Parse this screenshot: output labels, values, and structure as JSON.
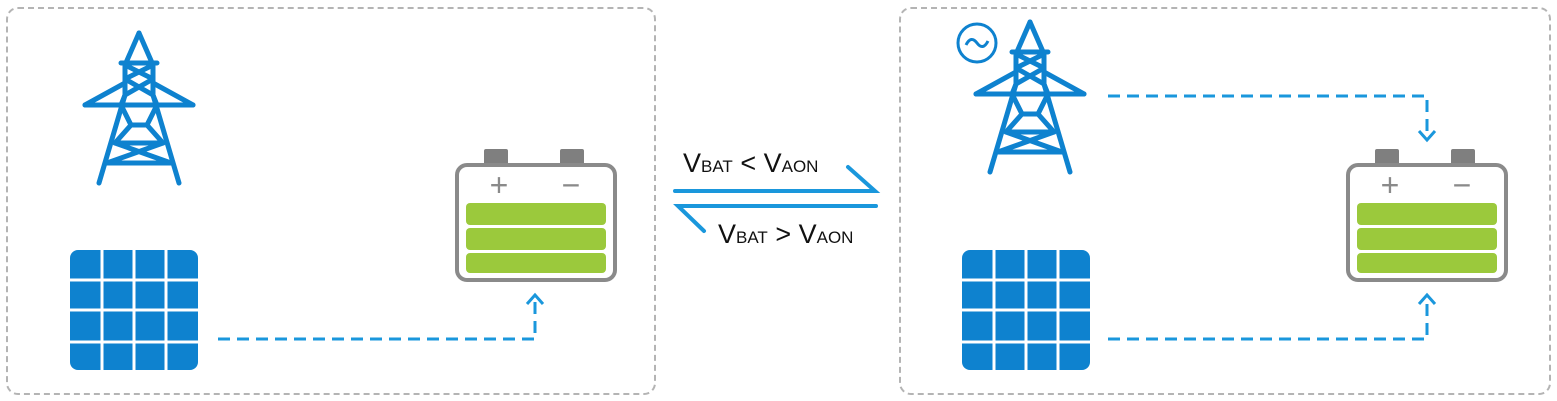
{
  "colors": {
    "blue": "#0e82cf",
    "arrow_blue": "#1a97dc",
    "battery_green": "#9bc93c",
    "battery_outline": "#8a8a8a",
    "terminal_gray": "#7f7f7f",
    "dash_border": "#b4b4b4"
  },
  "icons": [
    "transmission-tower-icon",
    "solar-panel-icon",
    "battery-icon",
    "ac-symbol-icon"
  ],
  "transition": {
    "top": {
      "v1": "V",
      "s1": "BAT",
      "op": " < ",
      "v2": "V",
      "s2": "AON"
    },
    "bottom": {
      "v1": "V",
      "s1": "BAT",
      "op": " > ",
      "v2": "V",
      "s2": "AON"
    }
  },
  "battery_plus": "+",
  "battery_minus": "−"
}
